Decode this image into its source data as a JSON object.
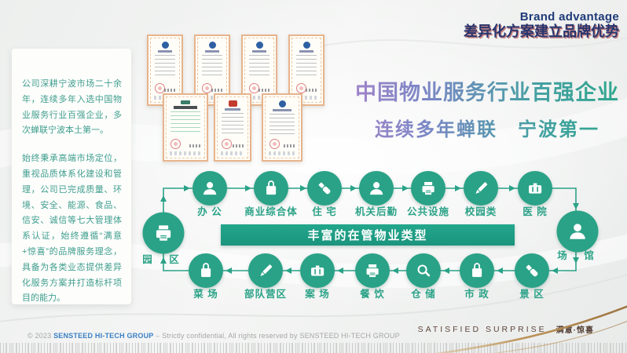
{
  "header": {
    "title_en": "Brand advantage",
    "subtitle_zh": "差异化方案建立品牌优势"
  },
  "intro_card": {
    "paragraph_1": "公司深耕宁波市场二十余年，连续多年入选中国物业服务行业百强企业，多次蝉联宁波本土第一。",
    "paragraph_2": "始终秉承高端市场定位，重视品质体系化建设和管理，公司已完成质量、环境、安全、能源、食品、信安、诚信等七大管理体系认证，始终遵循“满意+惊喜”的品牌服务理念，具备为各类业态提供差异化服务方案并打造标杆项目的能力。"
  },
  "headline": {
    "line_1": "中国物业服务行业百强企业",
    "line_2": "连续多年蝉联　宁波第一"
  },
  "banner": {
    "label": "丰富的在管物业类型"
  },
  "certificates": {
    "count": 7
  },
  "diagram": {
    "top_row": [
      {
        "label": "办 公",
        "icon": "person"
      },
      {
        "label": "商业综合体",
        "icon": "bag"
      },
      {
        "label": "住 宅",
        "icon": "flashlight"
      },
      {
        "label": "机关后勤",
        "icon": "person"
      },
      {
        "label": "公共设施",
        "icon": "printer"
      },
      {
        "label": "校园类",
        "icon": "pencil"
      },
      {
        "label": "医 院",
        "icon": "briefcase"
      }
    ],
    "bottom_row": [
      {
        "label": "菜 场",
        "icon": "bag"
      },
      {
        "label": "部队营区",
        "icon": "pencil"
      },
      {
        "label": "案 场",
        "icon": "briefcase"
      },
      {
        "label": "餐 饮",
        "icon": "printer"
      },
      {
        "label": "仓 储",
        "icon": "magnifier"
      },
      {
        "label": "市 政",
        "icon": "bag"
      },
      {
        "label": "景 区",
        "icon": "flashlight"
      }
    ],
    "left_node": {
      "label": "园 区",
      "icon": "printer"
    },
    "right_node": {
      "label": "场 馆",
      "icon": "person"
    }
  },
  "footer": {
    "copyright": "© 2023",
    "company": "SENSTEED HI-TECH GROUP",
    "legal": "– Strictly confidential, All rights reserved by SENSTEED HI-TECH GROUP",
    "tagline_en": "SATISFIED SURPRISE",
    "tagline_zh": "满意·惊喜"
  },
  "colors": {
    "teal": "#2aa287",
    "banner_teal": "#1d9e87",
    "navy": "#28356e",
    "gold": "#bd9459"
  }
}
